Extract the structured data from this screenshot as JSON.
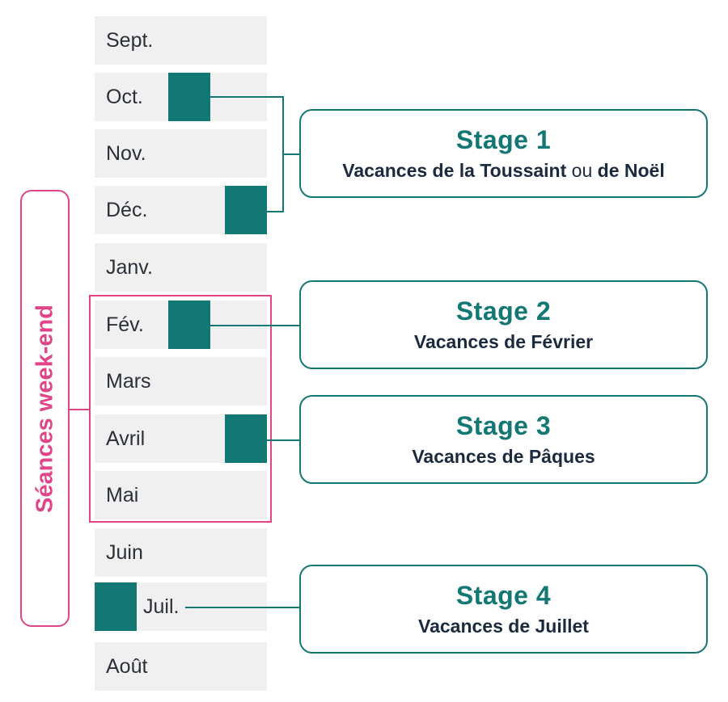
{
  "months": [
    "Sept.",
    "Oct.",
    "Nov.",
    "Déc.",
    "Janv.",
    "Fév.",
    "Mars",
    "Avril",
    "Mai",
    "Juin",
    "Juil.",
    "Août"
  ],
  "weekend_label": "Séances week-end",
  "stages": [
    {
      "title": "Stage 1",
      "sub_part1": "Vacances de la Toussaint",
      "sub_connector": "ou",
      "sub_part2": "de Noël"
    },
    {
      "title": "Stage 2",
      "subtitle": "Vacances de Février"
    },
    {
      "title": "Stage 3",
      "subtitle": "Vacances de Pâques"
    },
    {
      "title": "Stage 4",
      "subtitle": "Vacances de Juillet"
    }
  ],
  "colors": {
    "teal": "#137873",
    "pink": "#e0458a",
    "month_bg": "#f0f0f0",
    "navy": "#1b2a3f"
  }
}
